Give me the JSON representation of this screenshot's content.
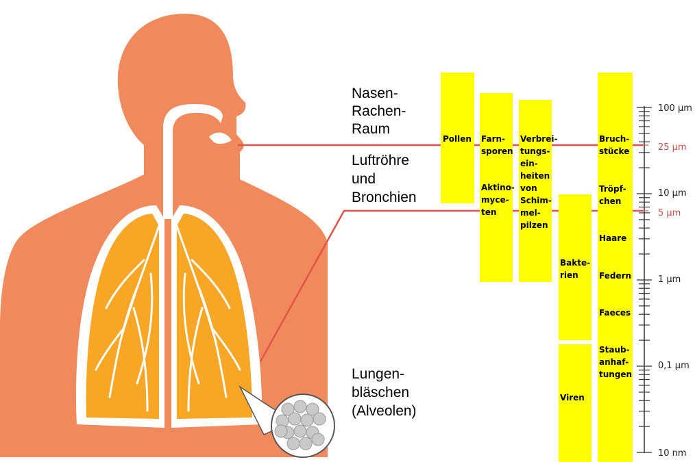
{
  "colors": {
    "body": "#f08a5d",
    "lung": "#f7a626",
    "bar": "#ffff00",
    "line": "#e0524a",
    "scale": "#333333",
    "highlight": "#c8504a",
    "alveoli": "#c9c9c9"
  },
  "regions": {
    "nasopharynx": [
      "Nasen-",
      "Rachen-",
      "Raum"
    ],
    "airways": [
      "Luftröhre",
      "und",
      "Bronchien"
    ],
    "alveoli": [
      "Lungen-",
      "bläschen",
      "(Alveolen)"
    ]
  },
  "bars": {
    "pollen": [
      "Pollen"
    ],
    "farnsporen": [
      "Farn-",
      "sporen"
    ],
    "aktinomyceten": [
      "Aktino-",
      "myce-",
      "ten"
    ],
    "verbreitung": [
      "Verbrei-",
      "tungs-",
      "ein-",
      "heiten",
      "von",
      "Schim-",
      "mel-",
      "pilzen"
    ],
    "bakterien": [
      "Bakte-",
      "rien"
    ],
    "viren": [
      "Viren"
    ],
    "bruchstuecke": [
      "Bruch-",
      "stücke"
    ],
    "troepfchen": [
      "Tröpf-",
      "chen"
    ],
    "haare": [
      "Haare"
    ],
    "federn": [
      "Federn"
    ],
    "faeces": [
      "Faeces"
    ],
    "staub": [
      "Staub-",
      "anhaf-",
      "tungen"
    ]
  },
  "scale": {
    "ticks": [
      "100 µm",
      "10 µm",
      "1 µm",
      "0,1 µm",
      "10 nm"
    ],
    "markers": [
      "25 µm",
      "5 µm"
    ]
  }
}
